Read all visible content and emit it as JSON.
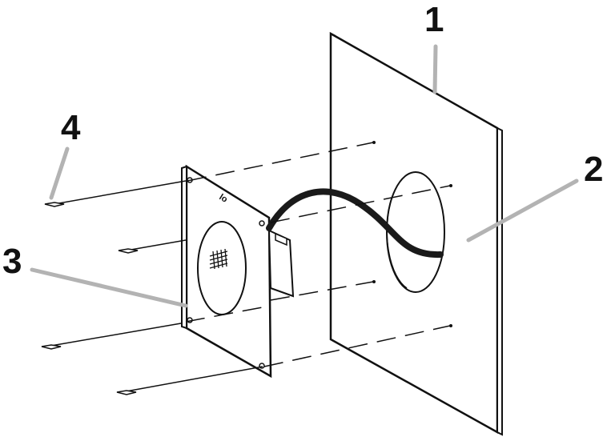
{
  "diagram": {
    "callouts": [
      {
        "id": "1",
        "label": "1",
        "part": "wall-panel"
      },
      {
        "id": "2",
        "label": "2",
        "part": "wall-cutout"
      },
      {
        "id": "3",
        "label": "3",
        "part": "mounting-plate"
      },
      {
        "id": "4",
        "label": "4",
        "part": "screw"
      }
    ],
    "plate_marking": "lo",
    "colors": {
      "line": "#111111",
      "leader": "#b3b3b3",
      "cable": "#1a1a1a",
      "background": "#ffffff"
    }
  }
}
